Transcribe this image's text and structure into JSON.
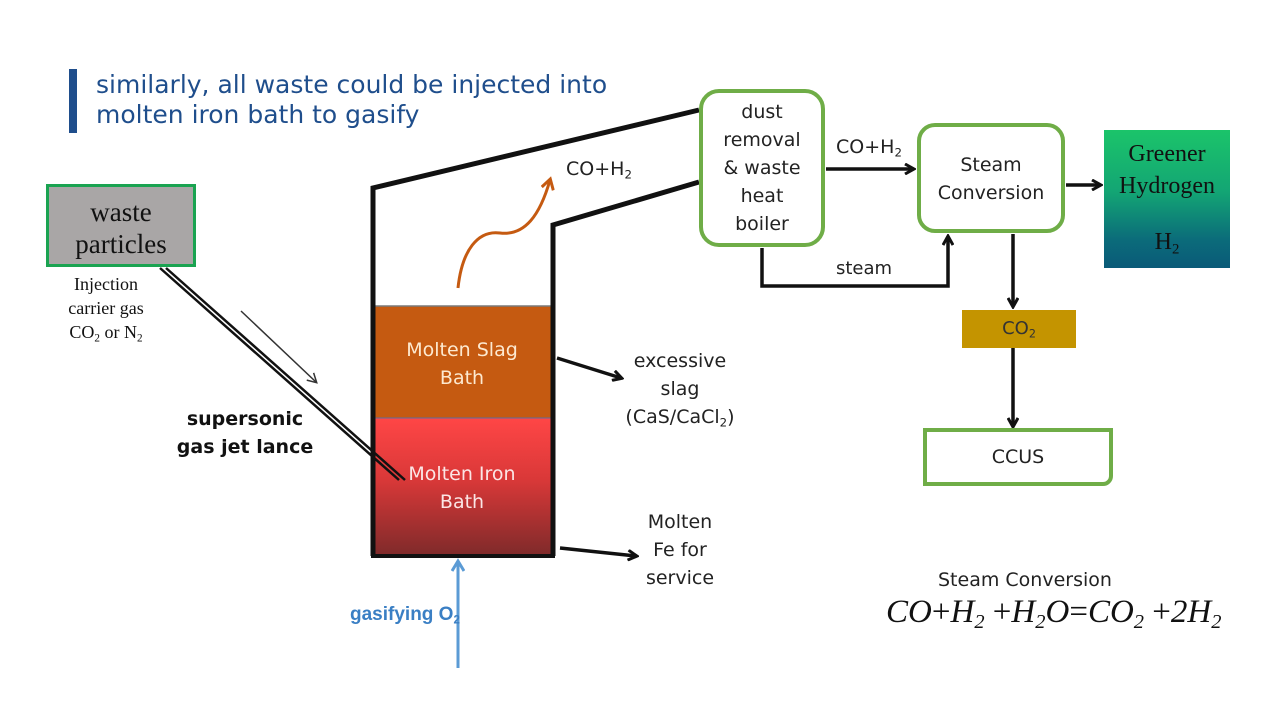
{
  "title": {
    "line1": "similarly, all waste could be injected into",
    "line2": "molten iron bath to gasify",
    "accent_color": "#1f4e8c"
  },
  "waste": {
    "line1": "waste",
    "line2": "particles",
    "fill_color": "#a9a6a6",
    "border_color": "#1aa351"
  },
  "injection": {
    "line1": "Injection",
    "line2": "carrier gas",
    "gas_a": "CO",
    "gas_a_sub": "2",
    "or": " or ",
    "gas_b": "N",
    "gas_b_sub": "2"
  },
  "lance": {
    "line1": "supersonic",
    "line2": "gas jet lance"
  },
  "furnace": {
    "slag_line1": "Molten Slag",
    "slag_line2": "Bath",
    "slag_color": "#c55a11",
    "iron_line1": "Molten Iron",
    "iron_line2": "Bath",
    "iron_color_top": "#ff4444",
    "iron_color_bottom": "#8b2a2a"
  },
  "outputs": {
    "slag_line1": "excessive",
    "slag_line2": "slag",
    "slag_line3_prefix": "(CaS/CaCl",
    "slag_line3_sub": "2",
    "slag_line3_suffix": ")",
    "fe_line1": "Molten",
    "fe_line2": "Fe for",
    "fe_line3": "service"
  },
  "oxygen": {
    "label": "gasifying O",
    "sub": "2",
    "color": "#3a7fc4"
  },
  "gas_up": {
    "label": "CO+H",
    "sub": "2",
    "arrow_color": "#c55a11"
  },
  "dust": {
    "line1": "dust",
    "line2": "removal",
    "line3": "& waste",
    "line4": "heat",
    "line5": "boiler",
    "border_color": "#6fad47"
  },
  "gas_right": {
    "label": "CO+H",
    "sub": "2"
  },
  "steam_conv": {
    "line1": "Steam",
    "line2": "Conversion"
  },
  "steam_flow": {
    "label": "steam"
  },
  "hydrogen": {
    "line1": "Greener",
    "line2": "Hydrogen",
    "symbol": "H",
    "sub": "2"
  },
  "co2": {
    "label": "CO",
    "sub": "2",
    "fill_color": "#c49400"
  },
  "ccus": {
    "label": "CCUS"
  },
  "equation": {
    "title": "Steam Conversion",
    "t1": "CO",
    "t2": "+",
    "t3": "H",
    "s3": "2",
    "t4": "+",
    "t5": "H",
    "s5": "2",
    "t6": "O",
    "t7": "=",
    "t8": "CO",
    "s8": "2",
    "t9": "+",
    "t10": "2H",
    "s10": "2"
  }
}
